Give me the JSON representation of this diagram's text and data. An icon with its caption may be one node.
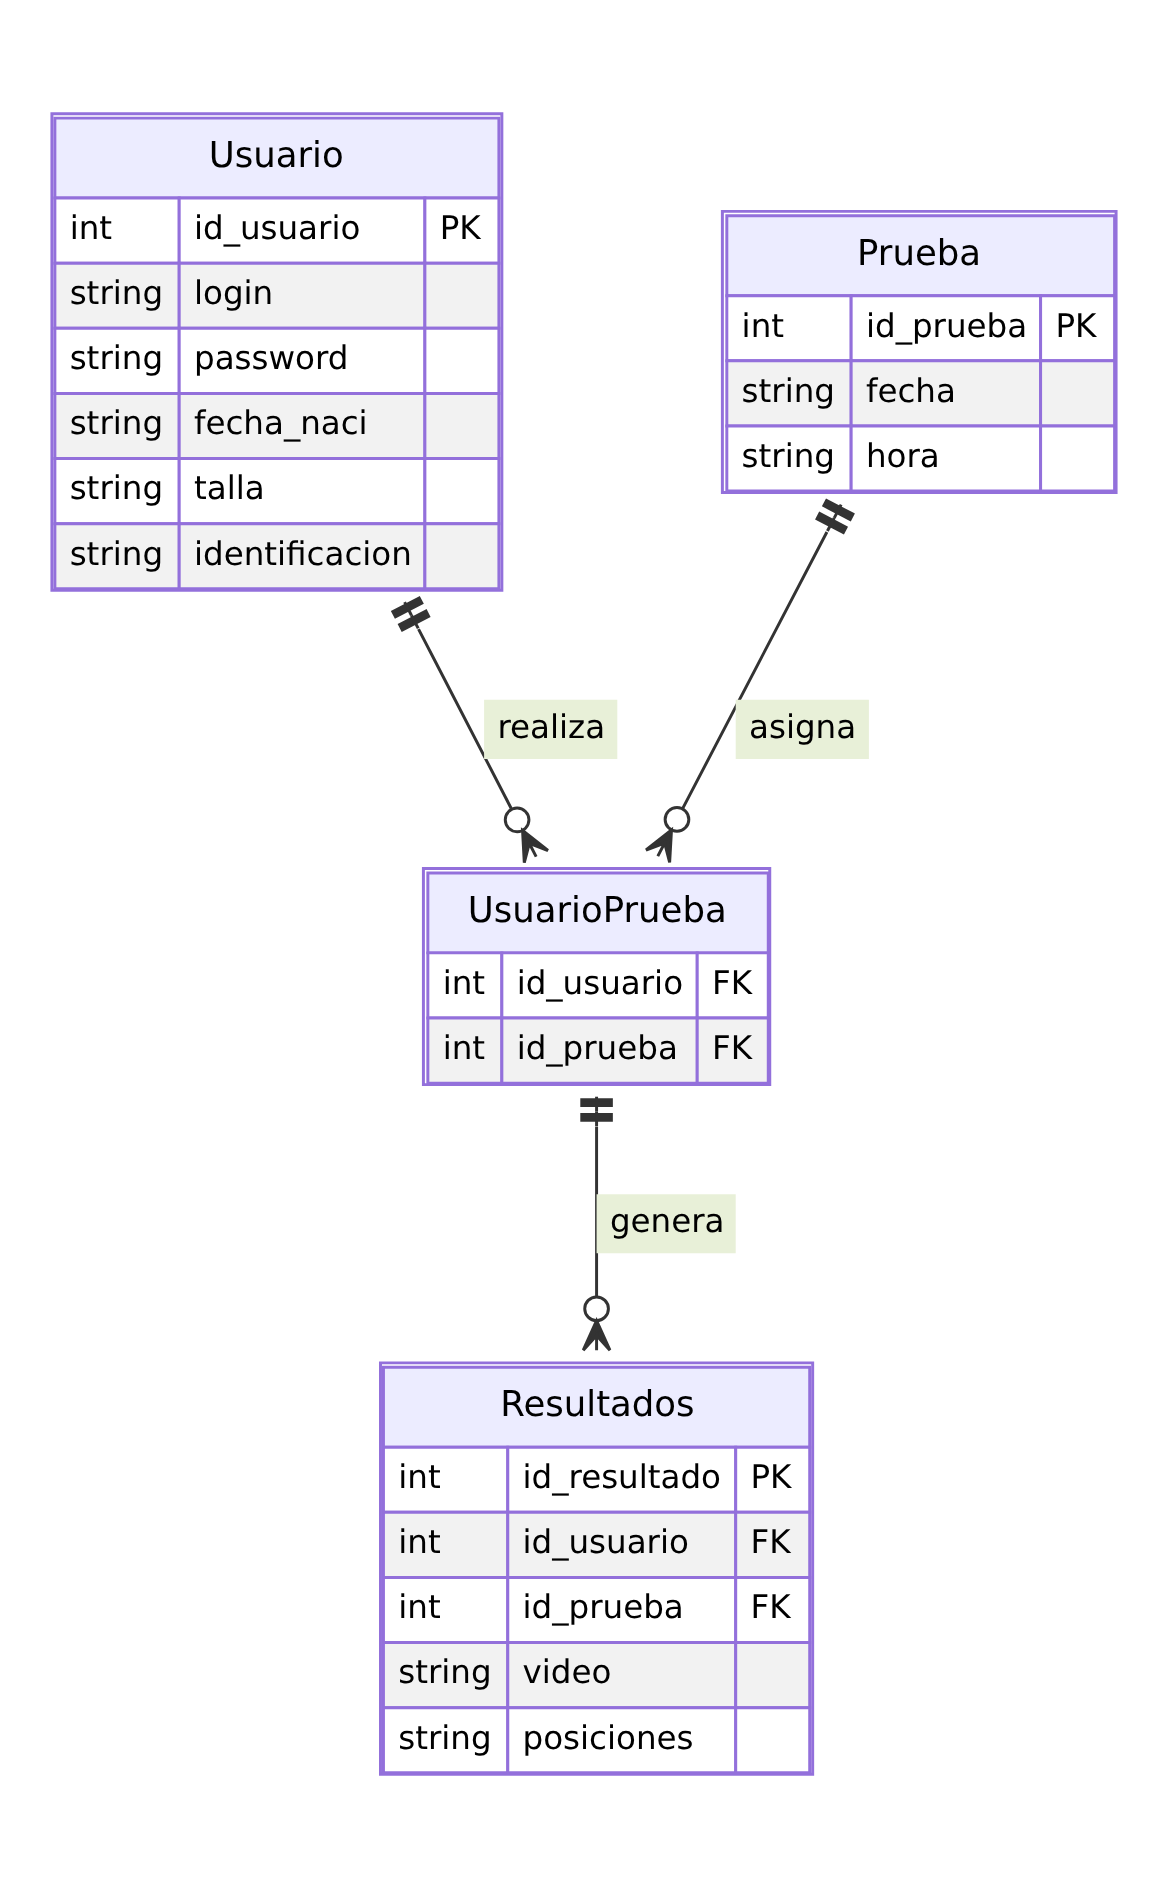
{
  "diagram": {
    "nodes": [
      {
        "text": [
          "Usuario",
          "int",
          "id_usuario",
          "PK",
          "string",
          "login",
          "string",
          "password",
          "string",
          "fecha_naci",
          "string",
          "talla",
          "string",
          "identificacion"
        ]
      },
      {
        "text": [
          "Prueba",
          "int",
          "id_prueba",
          "PK",
          "string",
          "fecha",
          "string",
          "hora"
        ]
      },
      {
        "text": [
          "UsuarioPrueba",
          "int",
          "id_usuario",
          "FK",
          "int",
          "id_prueba",
          "FK"
        ]
      },
      {
        "text": [
          "Resultados",
          "int",
          "id_resultado",
          "PK",
          "int",
          "id_usuario",
          "FK",
          "int",
          "id_prueba",
          "FK",
          "string",
          "video",
          "string",
          "posiciones"
        ]
      }
    ],
    "edges": [
      {
        "from": 0,
        "to": 2,
        "arrow": "other",
        "label": "realiza"
      },
      {
        "from": 1,
        "to": 2,
        "arrow": "other",
        "label": "asigna"
      },
      {
        "from": 2,
        "to": 3,
        "arrow": "other",
        "label": "genera"
      }
    ]
  }
}
